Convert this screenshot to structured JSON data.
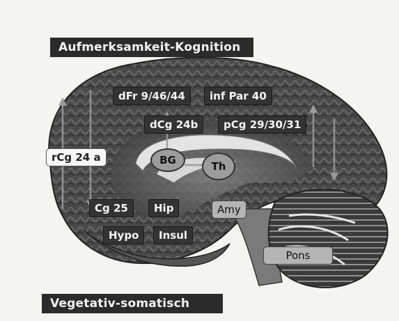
{
  "banners": {
    "top": "Aufmerksamkeit-Kognition",
    "bottom": "Vegetativ-somatisch"
  },
  "regions": {
    "dFr": "dFr 9/46/44",
    "infPar": "inf Par 40",
    "dCg": "dCg 24b",
    "pCg": "pCg 29/30/31",
    "rCg": "rCg 24 a",
    "bg": "BG",
    "th": "Th",
    "cg25": "Cg 25",
    "hip": "Hip",
    "amy": "Amy",
    "hypo": "Hypo",
    "insul": "Insul",
    "pons": "Pons"
  }
}
